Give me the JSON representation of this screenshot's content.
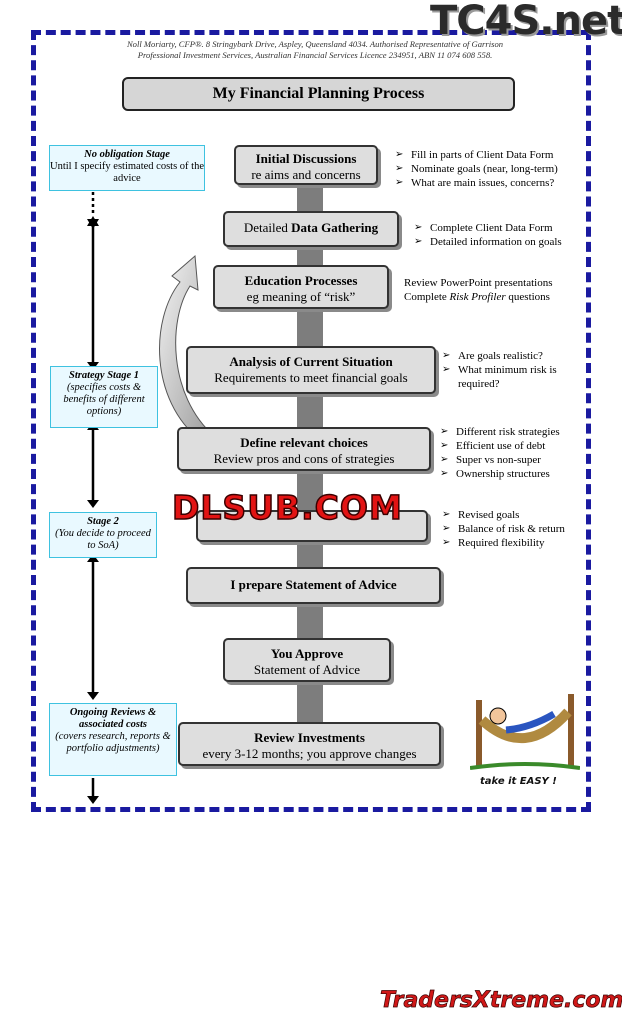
{
  "watermark_top": "TC4S.net",
  "watermark_middle": "DLSUB.COM",
  "watermark_bottom": "TradersXtreme.com",
  "header": {
    "line1": "Noll Moriarty, CFP®.  8 Stringybark Drive, Aspley, Queensland  4034.  Authorised Representative of Garrison",
    "line2": "Professional Investment Services,  Australian Financial Services Licence 234951,  ABN 11 074 608 558."
  },
  "title": "My Financial Planning Process",
  "stages": [
    {
      "title": "No obligation Stage",
      "desc": "Until I specify estimated costs of the advice"
    },
    {
      "title": "Strategy Stage 1",
      "desc": "(specifies costs & benefits of different options)"
    },
    {
      "title": "Stage 2",
      "desc": "(You decide to proceed to SoA)"
    },
    {
      "title": "Ongoing Reviews & associated costs",
      "desc": "(covers research, reports & portfolio adjustments)"
    }
  ],
  "steps": [
    {
      "title": "Initial Discussions",
      "sub": "re aims and concerns"
    },
    {
      "pre": "Detailed ",
      "title": "Data Gathering"
    },
    {
      "title": "Education Processes",
      "sub": "eg meaning of “risk”"
    },
    {
      "title": "Analysis of Current Situation",
      "sub": "Requirements to meet financial goals"
    },
    {
      "title": "Define relevant choices",
      "sub": "Review pros and cons of strategies"
    },
    {
      "title": "I prepare Statement of Advice"
    },
    {
      "title": "You Approve",
      "sub": "Statement of Advice"
    },
    {
      "title": "Review Investments",
      "sub": "every 3-12 months; you approve changes"
    }
  ],
  "bullets": {
    "initial": [
      "Fill in parts of Client Data Form",
      "Nominate goals (near, long-term)",
      "What are main issues, concerns?"
    ],
    "gathering": [
      "Complete Client Data Form",
      "Detailed information on goals"
    ],
    "education": [
      "Review PowerPoint presentations",
      "Complete ",
      "Risk Profiler",
      " questions"
    ],
    "analysis": [
      "Are goals realistic?",
      "What minimum risk is",
      "required?"
    ],
    "choices": [
      "Different risk strategies",
      "Efficient use of debt",
      "Super vs non-super",
      "Ownership structures"
    ],
    "agreed": [
      "Revised goals",
      "Balance of risk & return",
      "Required flexibility"
    ]
  },
  "cartoon_caption": "take it EASY !"
}
